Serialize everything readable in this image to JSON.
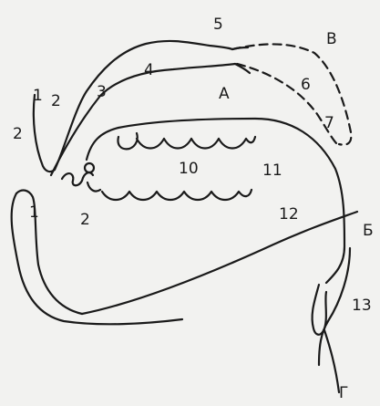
{
  "labels": {
    "n1_lip_upper": "1",
    "n2_upper": "2",
    "n3": "3",
    "n4": "4",
    "n5": "5",
    "n6": "6",
    "n7": "7",
    "n1_lip_lower": "1",
    "n2_lower": "2",
    "n10": "10",
    "n11": "11",
    "n12": "12",
    "n13": "13",
    "letter_a": "А",
    "letter_b": "Б",
    "letter_v": "В",
    "letter_g": "Г"
  }
}
